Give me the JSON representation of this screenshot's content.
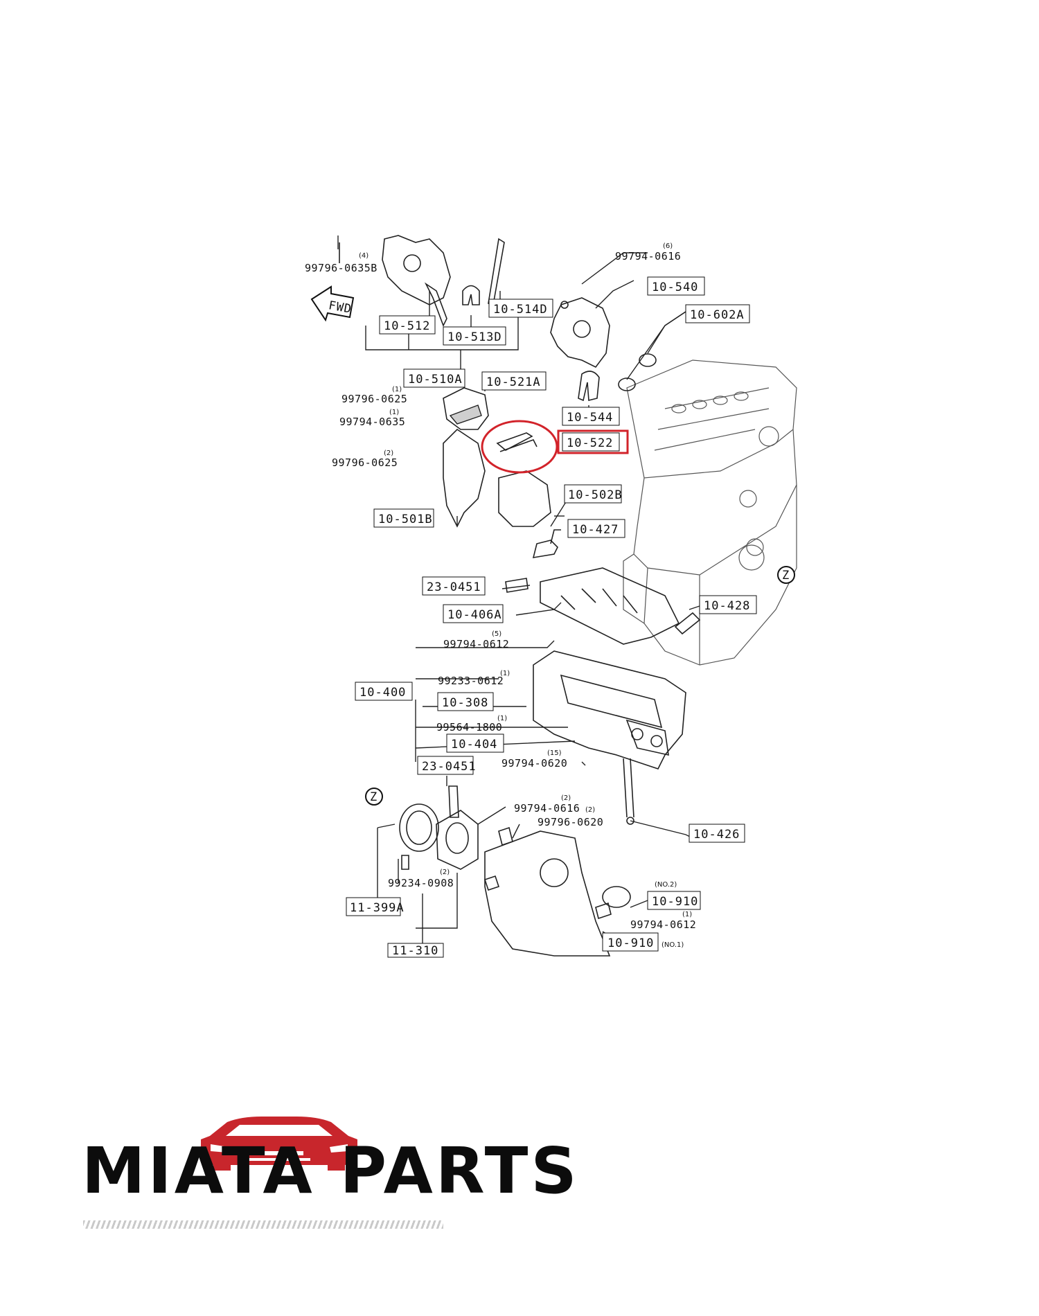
{
  "logo": {
    "text": "MIATA PARTS",
    "accent": "#c8262c"
  },
  "highlight_color": "#d2232a",
  "diagram": {
    "fwd": "FWD",
    "parts": [
      {
        "id": "10-512"
      },
      {
        "id": "10-513D"
      },
      {
        "id": "10-514D"
      },
      {
        "id": "10-510A"
      },
      {
        "id": "10-521A"
      },
      {
        "id": "10-540"
      },
      {
        "id": "10-602A"
      },
      {
        "id": "10-544"
      },
      {
        "id": "10-522",
        "highlighted": true
      },
      {
        "id": "10-502B"
      },
      {
        "id": "10-501B"
      },
      {
        "id": "10-427"
      },
      {
        "id": "23-0451"
      },
      {
        "id": "10-406A"
      },
      {
        "id": "10-428"
      },
      {
        "id": "10-400"
      },
      {
        "id": "10-308"
      },
      {
        "id": "10-404"
      },
      {
        "id": "23-0451"
      },
      {
        "id": "10-426"
      },
      {
        "id": "11-399A"
      },
      {
        "id": "10-910"
      },
      {
        "id": "10-910"
      },
      {
        "id": "11-310"
      }
    ],
    "bolts": [
      {
        "code": "99796-0635B",
        "qty": "(4)"
      },
      {
        "code": "99794-0616",
        "qty": "(6)"
      },
      {
        "code": "99796-0625",
        "qty": "(1)"
      },
      {
        "code": "99794-0635",
        "qty": "(1)"
      },
      {
        "code": "99796-0625",
        "qty": "(2)"
      },
      {
        "code": "99794-0612",
        "qty": "(5)"
      },
      {
        "code": "99233-0612",
        "qty": "(1)"
      },
      {
        "code": "99564-1800",
        "qty": "(1)"
      },
      {
        "code": "99794-0620",
        "qty": "(15)"
      },
      {
        "code": "99794-0616",
        "qty": "(2)"
      },
      {
        "code": "99796-0620",
        "qty": "(2)"
      },
      {
        "code": "99234-0908",
        "qty": "(2)"
      },
      {
        "code": "99794-0612",
        "qty": "(1)"
      }
    ],
    "refs": {
      "z": "Z",
      "no2": "(NO.2)",
      "no1": "(NO.1)"
    }
  }
}
